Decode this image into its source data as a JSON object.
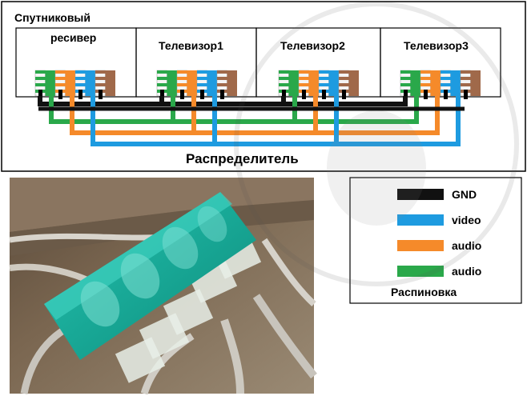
{
  "diagram": {
    "title": "Распределитель",
    "devices": [
      {
        "id": "receiver",
        "label_line1": "Спутниковый",
        "label_line2": "ресивер"
      },
      {
        "id": "tv1",
        "label_line1": "Телевизор1"
      },
      {
        "id": "tv2",
        "label_line1": "Телевизор2"
      },
      {
        "id": "tv3",
        "label_line1": "Телевизор3"
      }
    ]
  },
  "legend": {
    "title": "Распиновка",
    "items": [
      {
        "label": "GND",
        "color": "#111111"
      },
      {
        "label": "video",
        "color": "#1e9be0"
      },
      {
        "label": "audio",
        "color": "#f58a2a"
      },
      {
        "label": "audio",
        "color": "#2aa84a"
      }
    ]
  },
  "colors": {
    "gnd": "#111111",
    "video": "#1e9be0",
    "audio_orange": "#f58a2a",
    "audio_green": "#2aa84a",
    "brown": "#a0694a",
    "photo_bg": "#6a5a48",
    "connector_teal": "#1fb0a0"
  }
}
